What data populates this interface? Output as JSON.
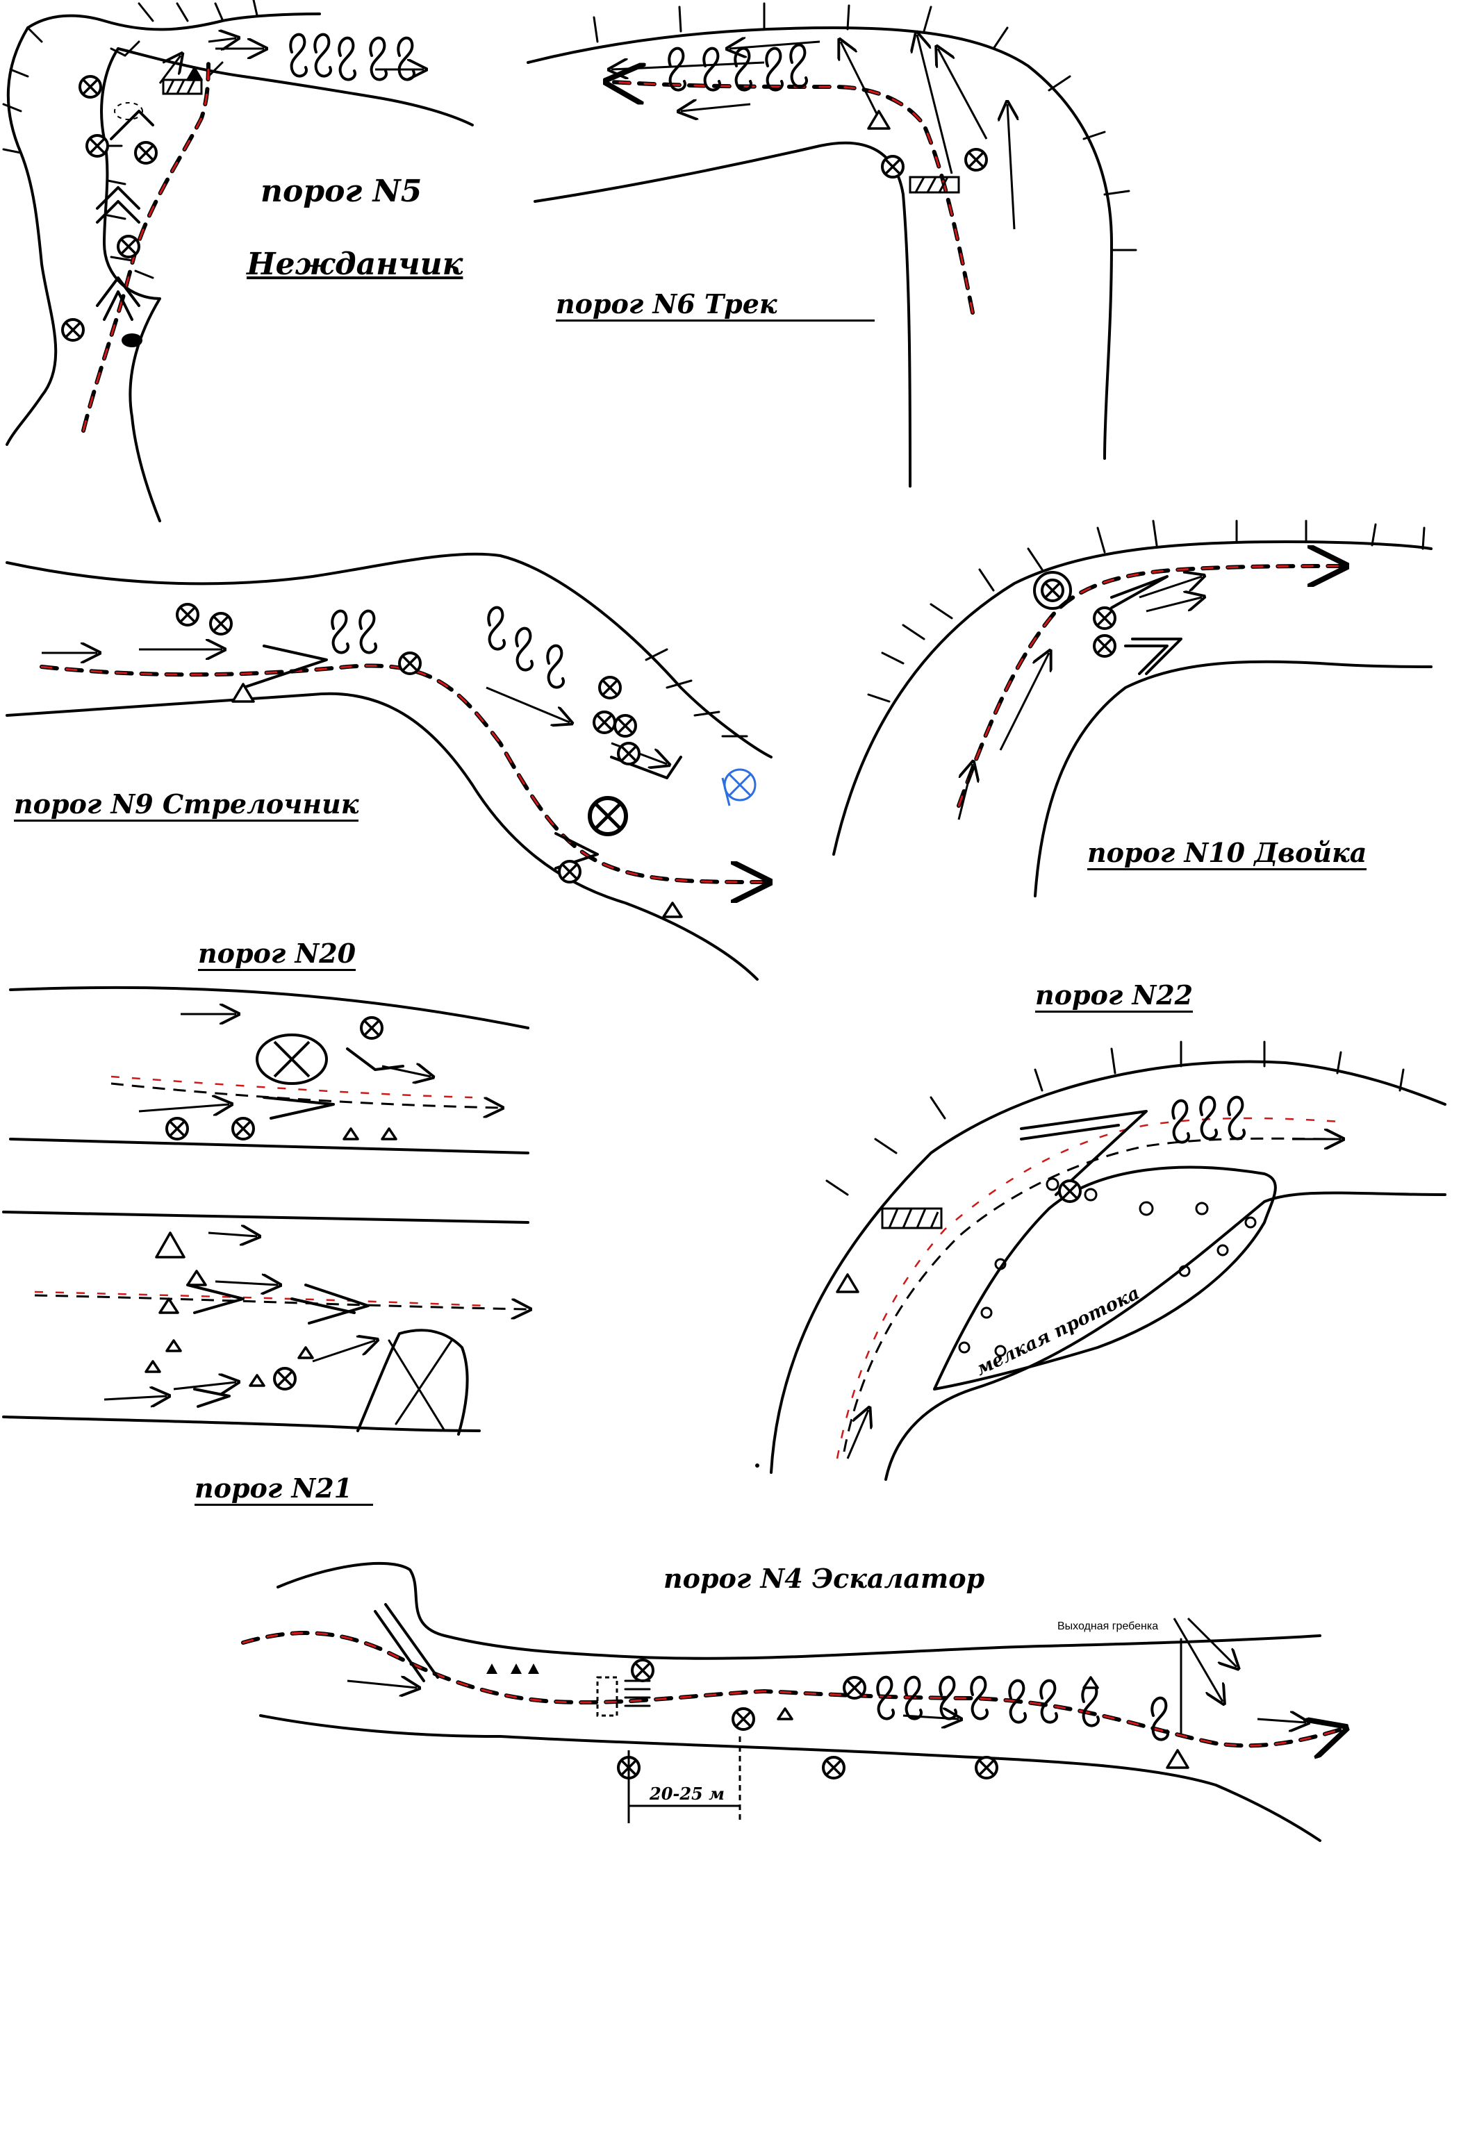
{
  "labels": {
    "rapid_5": "порог N5",
    "rapid_5_name": "Нежданчик",
    "rapid_6": "порог N6 Трек",
    "rapid_9": "порог N9 Стрелочник",
    "rapid_10": "порог N10 Двойка",
    "rapid_20": "порог N20",
    "rapid_21": "порог N21",
    "rapid_22": "порог N22",
    "rapid_22_channel": "мелкая протока",
    "rapid_4": "порог N4 Эскалатор",
    "rapid_4_exit": "Выходная гребенка",
    "rapid_4_distance": "20-25 м"
  },
  "colors": {
    "ink": "#000000",
    "route_red": "#d01818",
    "blue_mark": "#2c6fe0"
  },
  "symbols": [
    "rock-crossed-circle",
    "triangle-marker",
    "wave-s-curve",
    "chevron-jet",
    "flow-arrow",
    "hatched-shallow"
  ]
}
